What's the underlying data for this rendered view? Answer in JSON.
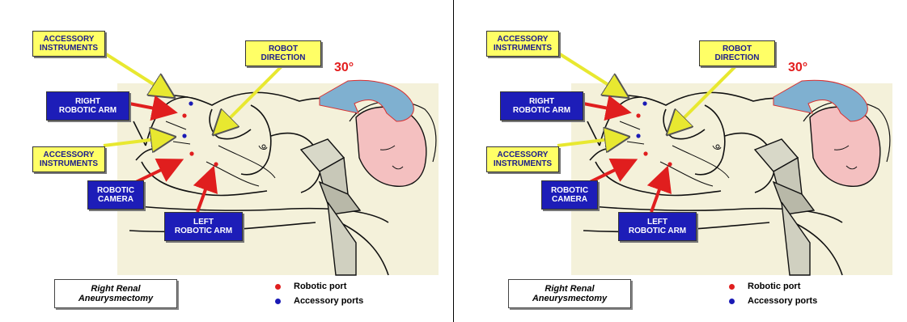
{
  "labels": {
    "accessory_top": "ACCESSORY\nINSTRUMENTS",
    "robot_direction": "ROBOT\nDIRECTION",
    "right_arm": "RIGHT\nROBOTIC ARM",
    "accessory_mid": "ACCESSORY\nINSTRUMENTS",
    "camera": "ROBOTIC\nCAMERA",
    "left_arm": "LEFT\nROBOTIC ARM",
    "angle": "30°"
  },
  "caption": "Right Renal\nAneurysmectomy",
  "legend": [
    {
      "label": "Robotic port",
      "color": "#e01e1e"
    },
    {
      "label": "Accessory ports",
      "color": "#1a1ab5"
    }
  ],
  "colors": {
    "background_panel": "#f4f1da",
    "yellow_label": "#ffff66",
    "blue_label": "#1d1db8",
    "red_arrow": "#e01e1e",
    "rotation_arrow": "#6fa3c8"
  }
}
